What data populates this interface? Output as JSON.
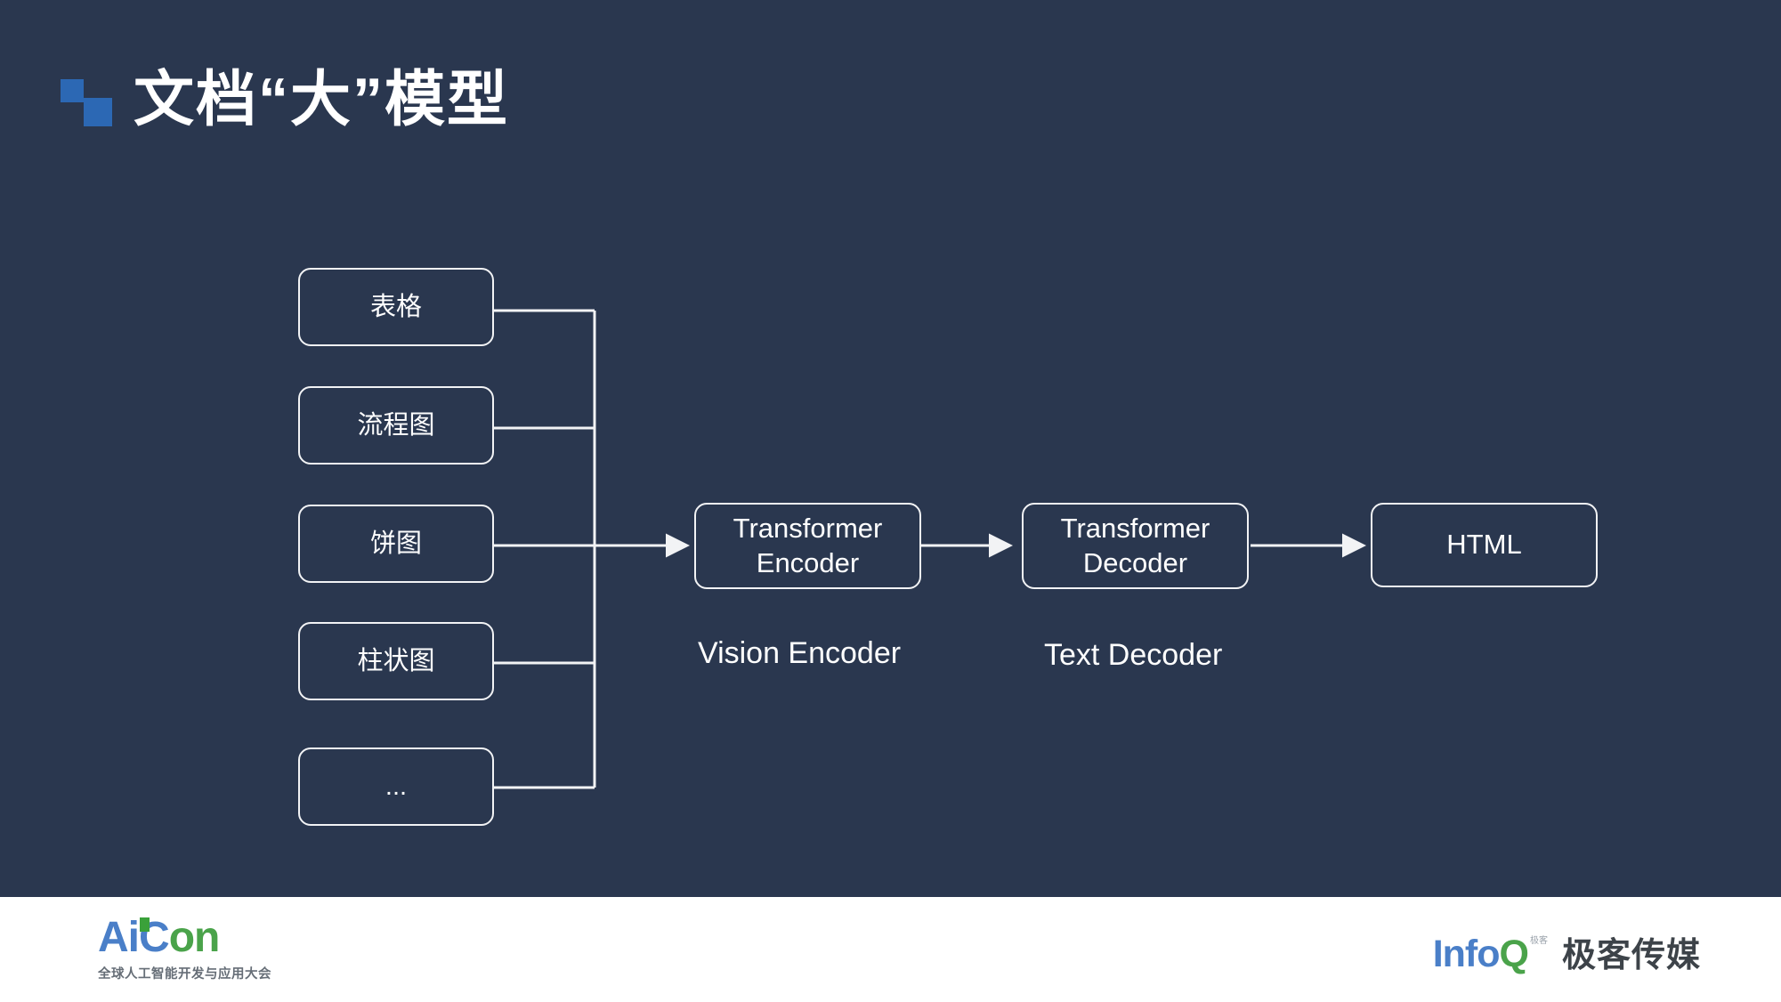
{
  "slide": {
    "title": "文档“大”模型",
    "background_color": "#2a374f",
    "logo_color": "#2c68b4"
  },
  "diagram": {
    "input_nodes": [
      {
        "label": "表格"
      },
      {
        "label": "流程图"
      },
      {
        "label": "饼图"
      },
      {
        "label": "柱状图"
      },
      {
        "label": "..."
      }
    ],
    "stage_nodes": [
      {
        "label": "Transformer\nEncoder",
        "caption": "Vision Encoder"
      },
      {
        "label": "Transformer\nDecoder",
        "caption": "Text Decoder"
      },
      {
        "label": "HTML",
        "caption": ""
      }
    ],
    "line_color": "#f2f3f5"
  },
  "footer": {
    "aicon": {
      "word_a": "A",
      "word_i": "i",
      "word_c": "C",
      "word_on": "on",
      "subtitle": "全球人工智能开发与应用大会",
      "blue": "#4a7fc8",
      "green": "#4aa34a"
    },
    "infoq": {
      "info": "Info",
      "q": "Q",
      "tm": "极客",
      "cn": "极客传媒"
    }
  }
}
